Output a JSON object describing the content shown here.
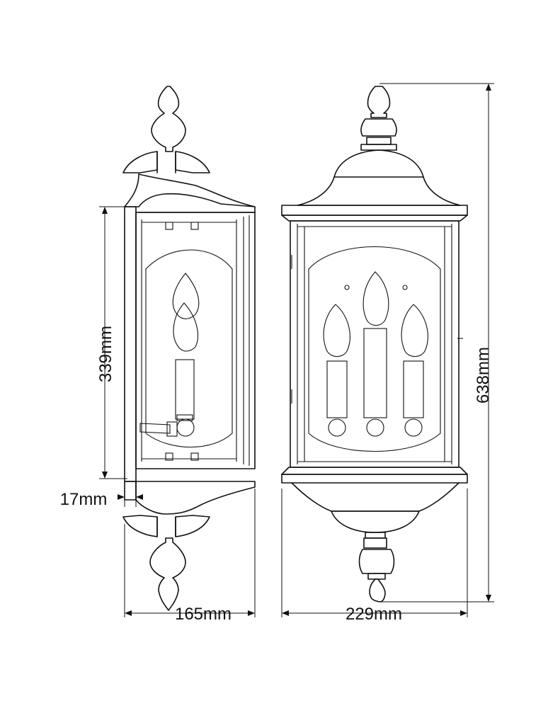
{
  "dimensions": {
    "side_height": "339mm",
    "side_offset": "17mm",
    "side_width": "165mm",
    "front_width": "229mm",
    "total_height": "638mm"
  },
  "views": [
    "side-view",
    "front-view"
  ],
  "colors": {
    "line": "#111111",
    "background": "#ffffff"
  }
}
